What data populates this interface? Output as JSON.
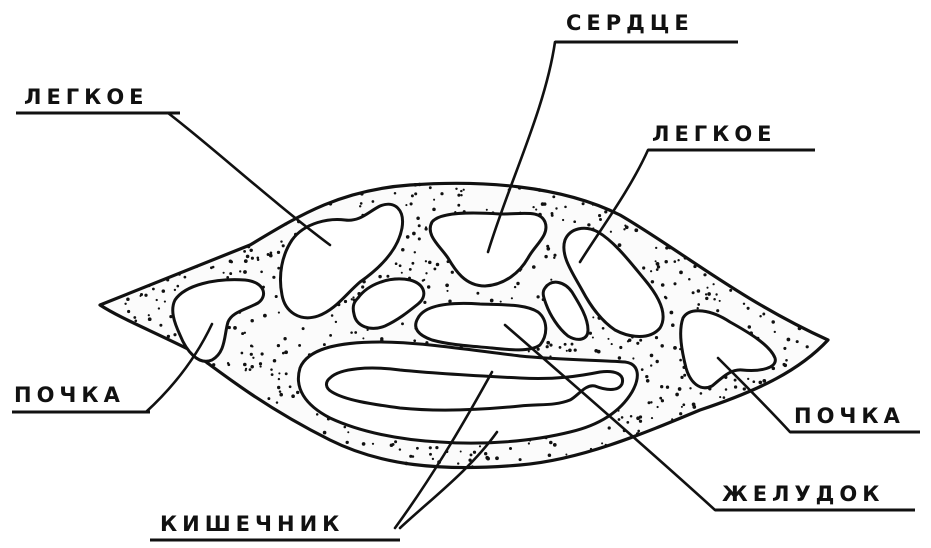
{
  "labels": {
    "heart": "СЕРДЦЕ",
    "lung_left": "ЛЕГКОЕ",
    "lung_right": "ЛЕГКОЕ",
    "kidney_left": "ПОЧКА",
    "kidney_right": "ПОЧКА",
    "stomach": "ЖЕЛУДОК",
    "intestine": "КИШЕЧНИК"
  },
  "colors": {
    "ink": "#111111",
    "paper": "#ffffff"
  }
}
